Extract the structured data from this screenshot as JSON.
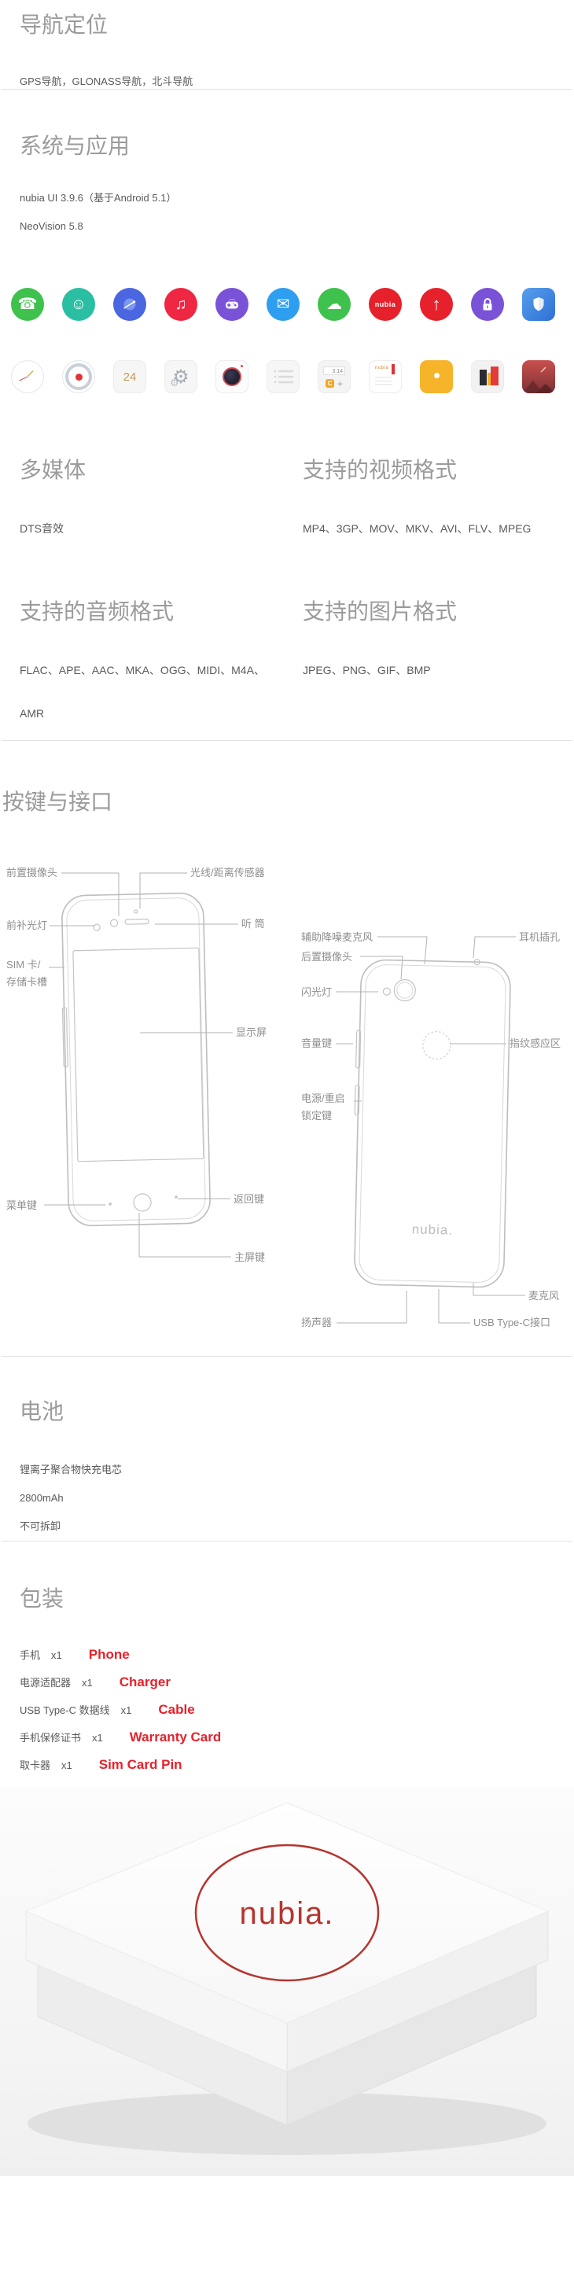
{
  "page": {
    "colors": {
      "accent_red": "#e6212b",
      "heading_gray": "#9b9b9b",
      "body_gray": "#5a5a5a",
      "divider_gray": "#e3e3e3",
      "diagram_line_gray": "#b3b3b3"
    }
  },
  "nav": {
    "title": "导航定位",
    "body": "GPS导航，GLONASS导航，北斗导航"
  },
  "system": {
    "title": "系统与应用",
    "ui_version": "nubia UI 3.9.6（基于Android 5.1）",
    "neovision": "NeoVision 5.8",
    "icons_row1": [
      {
        "name": "phone",
        "glyph": "☎",
        "color": "#3fc14d"
      },
      {
        "name": "messages",
        "glyph": "☺",
        "color": "#2abfa3"
      },
      {
        "name": "browser",
        "color": "#4a66e0"
      },
      {
        "name": "music",
        "glyph": "♫",
        "color": "#ef2742"
      },
      {
        "name": "games",
        "color": "#7a52d8"
      },
      {
        "name": "email",
        "glyph": "✉",
        "color": "#2e9ef0"
      },
      {
        "name": "cloud",
        "glyph": "☁",
        "color": "#3fc14d"
      },
      {
        "name": "nubia-app",
        "label": "nubia",
        "color": "#e6212b"
      },
      {
        "name": "app-update",
        "glyph": "↑",
        "color": "#e6212b"
      },
      {
        "name": "privacy-lock",
        "color": "#7a52d8"
      },
      {
        "name": "security-shield",
        "color": "#2e6fd6"
      }
    ],
    "icons_row2": [
      {
        "name": "clock"
      },
      {
        "name": "recorder"
      },
      {
        "name": "calendar",
        "label": "24"
      },
      {
        "name": "settings",
        "glyph": "⚙"
      },
      {
        "name": "camera"
      },
      {
        "name": "notes"
      },
      {
        "name": "calculator",
        "display": "3.14",
        "button_c": "C",
        "button_plus": "+"
      },
      {
        "name": "user-guide",
        "label": "nubia"
      },
      {
        "name": "file-manager"
      },
      {
        "name": "store"
      },
      {
        "name": "gallery"
      }
    ]
  },
  "multimedia": {
    "title": "多媒体",
    "body": "DTS音效"
  },
  "video_formats": {
    "title": "支持的视频格式",
    "body": "MP4、3GP、MOV、MKV、AVI、FLV、MPEG"
  },
  "audio_formats": {
    "title": "支持的音频格式",
    "body": "FLAC、APE、AAC、MKA、OGG、MIDI、M4A、AMR"
  },
  "image_formats": {
    "title": "支持的图片格式",
    "body": "JPEG、PNG、GIF、BMP"
  },
  "keys_ports": {
    "title": "按键与接口",
    "front": {
      "front_camera": "前置摄像头",
      "light_distance_sensor": "光线/距离传感器",
      "front_fill_light": "前补光灯",
      "earpiece": "听 筒",
      "sim_line1": "SIM 卡/",
      "sim_line2": "存储卡槽",
      "display": "显示屏",
      "menu_key": "菜单键",
      "back_key": "返回键",
      "home_key": "主屏键"
    },
    "back": {
      "aux_mic": "辅助降噪麦克风",
      "headphone_jack": "耳机插孔",
      "rear_camera": "后置摄像头",
      "flash": "闪光灯",
      "volume_key": "音量键",
      "fingerprint": "指纹感应区",
      "power_line1": "电源/重启",
      "power_line2": "锁定键",
      "microphone": "麦克风",
      "speaker": "扬声器",
      "usb": "USB Type-C接口",
      "logo": "nubia."
    }
  },
  "battery": {
    "title": "电池",
    "lines": [
      "锂离子聚合物快充电芯",
      "2800mAh",
      "不可拆卸"
    ]
  },
  "packaging": {
    "title": "包装",
    "items": [
      {
        "cn": "手机",
        "qty": "x1",
        "en": "Phone"
      },
      {
        "cn": "电源适配器",
        "qty": "x1",
        "en": "Charger"
      },
      {
        "cn": "USB Type-C 数据线",
        "qty": "x1",
        "en": "Cable"
      },
      {
        "cn": "手机保修证书",
        "qty": "x1",
        "en": "Warranty Card"
      },
      {
        "cn": "取卡器",
        "qty": "x1",
        "en": "Sim Card Pin"
      }
    ]
  },
  "box": {
    "logo": "nubia.",
    "ring_color": "#b5352f"
  }
}
